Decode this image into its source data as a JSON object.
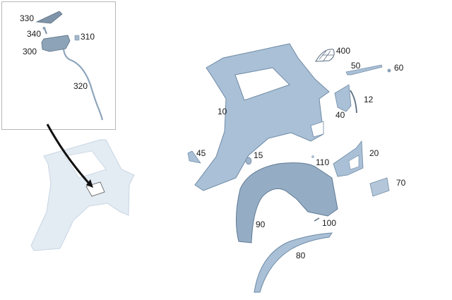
{
  "diagram": {
    "type": "exploded parts diagram",
    "subject": "rear quarter panel / side wall assembly",
    "colors": {
      "part_fill": "#a9c0d6",
      "part_stroke": "#6f8aa5",
      "ghost_fill": "#e3ebf3",
      "inset_border": "#b8b8b8",
      "arrow": "#111111"
    },
    "inset_labels": [
      {
        "id": "330",
        "text": "330"
      },
      {
        "id": "340",
        "text": "340"
      },
      {
        "id": "310",
        "text": "310"
      },
      {
        "id": "300",
        "text": "300"
      },
      {
        "id": "320",
        "text": "320"
      }
    ],
    "labels": [
      {
        "id": "400",
        "text": "400"
      },
      {
        "id": "50",
        "text": "50"
      },
      {
        "id": "60",
        "text": "60"
      },
      {
        "id": "12",
        "text": "12"
      },
      {
        "id": "40",
        "text": "40"
      },
      {
        "id": "10",
        "text": "10"
      },
      {
        "id": "45",
        "text": "45"
      },
      {
        "id": "15",
        "text": "15"
      },
      {
        "id": "110",
        "text": "110"
      },
      {
        "id": "20",
        "text": "20"
      },
      {
        "id": "70",
        "text": "70"
      },
      {
        "id": "90",
        "text": "90"
      },
      {
        "id": "100",
        "text": "100"
      },
      {
        "id": "80",
        "text": "80"
      }
    ]
  }
}
